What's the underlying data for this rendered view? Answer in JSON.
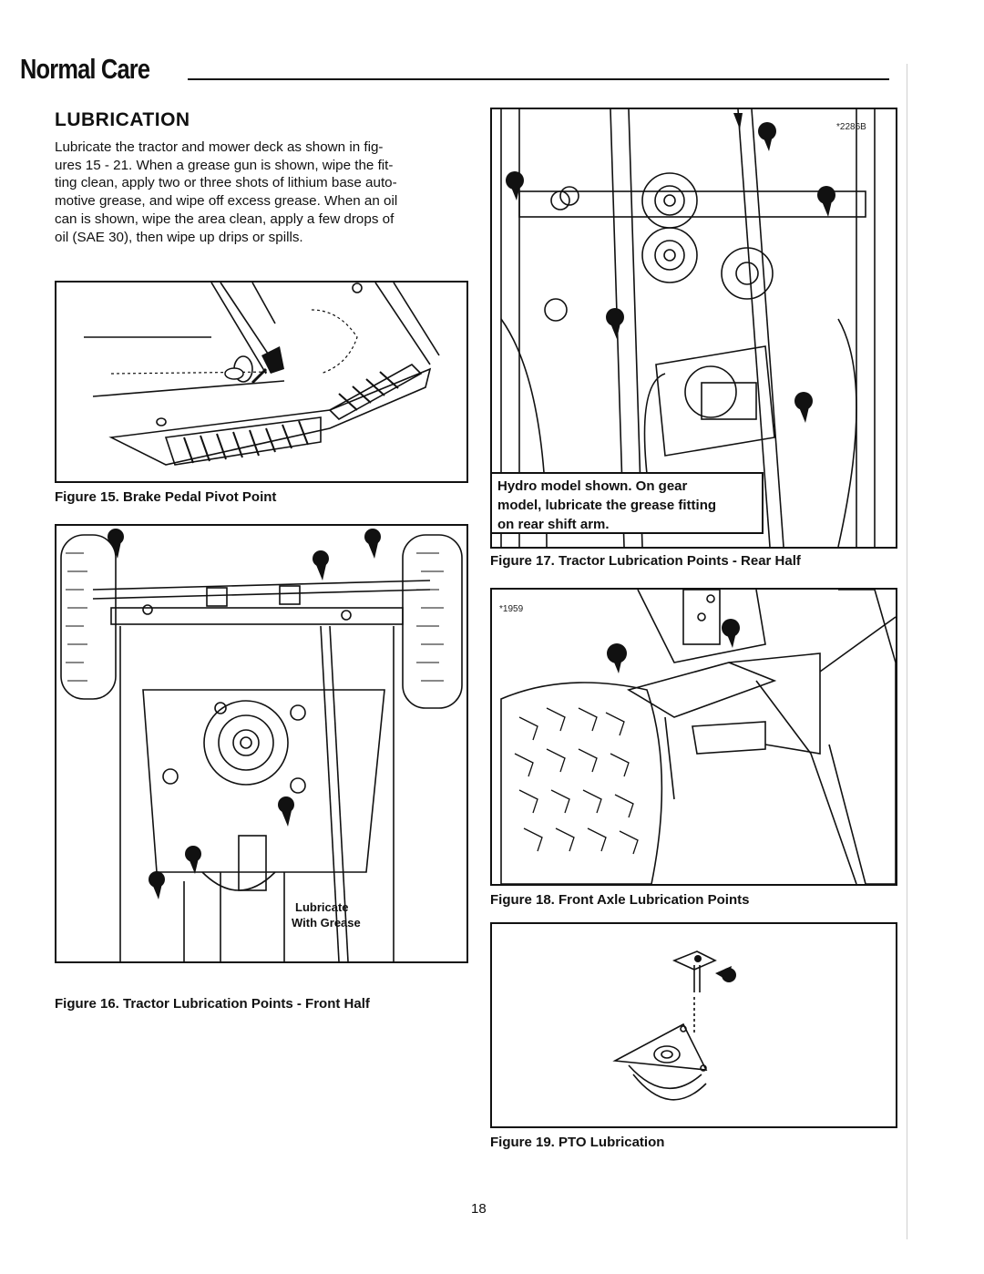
{
  "header": {
    "title": "Normal Care"
  },
  "section": {
    "heading": "LUBRICATION",
    "body_lines": [
      "Lubricate the tractor and mower deck as shown in fig-",
      "ures 15 - 21. When a grease gun is shown, wipe the fit-",
      "ting clean, apply two or three shots of lithium base auto-",
      "motive grease, and wipe off excess grease. When an oil",
      "can is shown, wipe the area clean, apply a few drops of",
      "oil (SAE 30), then wipe up drips or spills."
    ]
  },
  "figures": {
    "fig15": {
      "caption": "Figure 15. Brake Pedal Pivot Point"
    },
    "fig16": {
      "caption": "Figure 16. Tractor Lubrication  Points - Front Half",
      "callout_line1": "Lubricate",
      "callout_line2": "With Grease"
    },
    "fig17": {
      "caption": "Figure 17. Tractor Lubrication Points - Rear Half",
      "plate_number": "*2286B",
      "note_lines": [
        "Hydro model shown. On gear",
        "model, lubricate the grease fitting",
        "on rear shift arm."
      ]
    },
    "fig18": {
      "caption": "Figure 18. Front Axle Lubrication Points",
      "plate_number": "*1959"
    },
    "fig19": {
      "caption": "Figure 19. PTO Lubrication"
    }
  },
  "footer": {
    "page_number": "18"
  }
}
